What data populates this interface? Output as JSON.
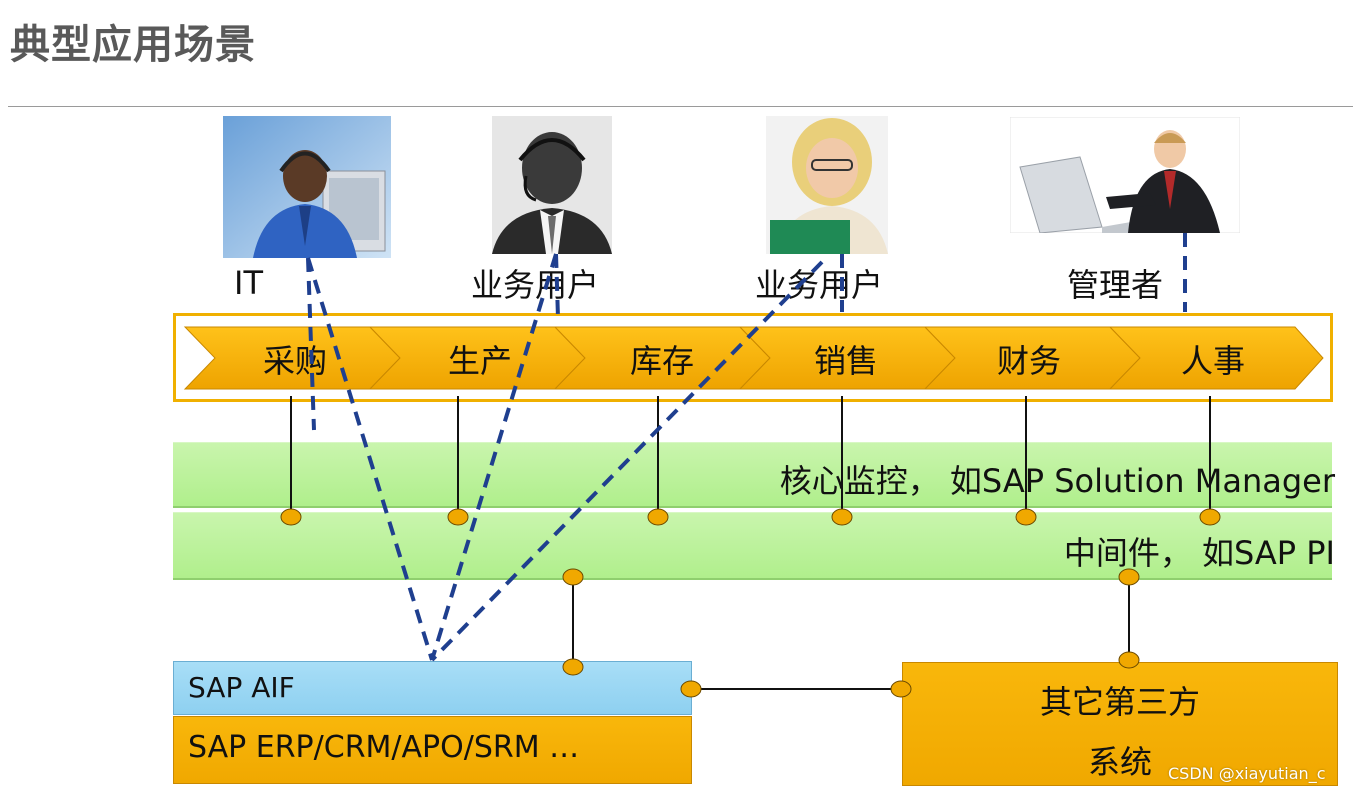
{
  "page": {
    "title": "典型应用场景"
  },
  "roles": [
    {
      "label": "IT"
    },
    {
      "label": "业务用户"
    },
    {
      "label": "业务用户"
    },
    {
      "label": "管理者"
    }
  ],
  "process": {
    "steps": [
      "采购",
      "生产",
      "库存",
      "销售",
      "财务",
      "人事"
    ]
  },
  "layers": {
    "monitoring": "核心监控， 如SAP Solution Manager",
    "middleware": "中间件， 如SAP PI"
  },
  "systems": {
    "aif": "SAP AIF",
    "erp": "SAP ERP/CRM/APO/SRM …",
    "third_party_line1": "其它第三方",
    "third_party_line2": "系统"
  },
  "watermark": "CSDN @xiayutian_c",
  "colors": {
    "chevron": "#f5b000",
    "band_green": "#b6f092",
    "aif_blue": "#9ad6f4",
    "connector_dot": "#f0a800",
    "dashed_line": "#1f3f8f"
  }
}
